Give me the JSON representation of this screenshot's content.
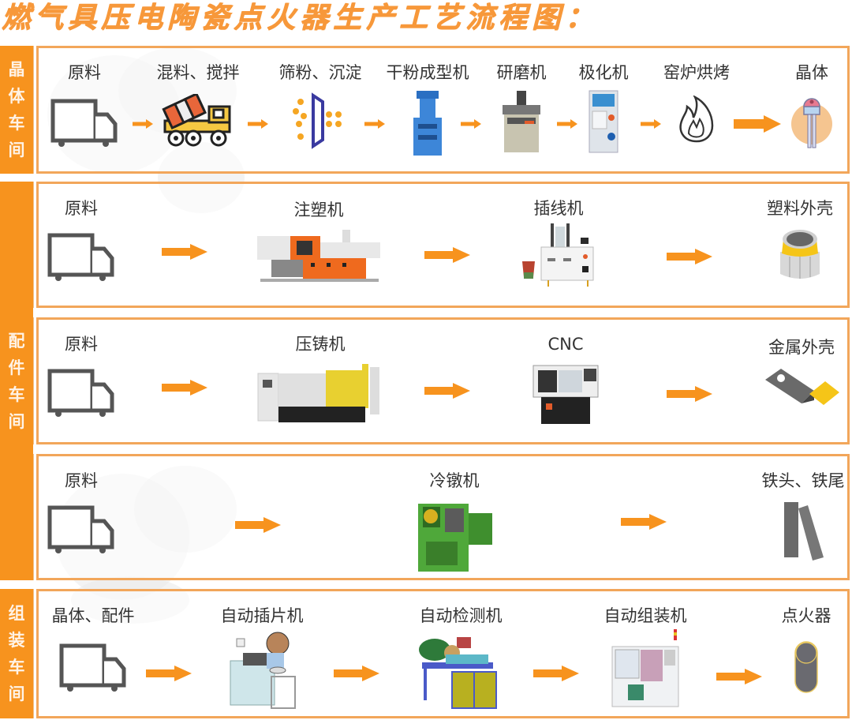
{
  "title": "燃气具压电陶瓷点火器生产工艺流程图：",
  "colors": {
    "accent": "#f7931e",
    "title": "#f7983a",
    "border": "#f2a65a",
    "icon_gray": "#555555"
  },
  "sections": [
    {
      "label": "晶体车间",
      "label_chars": [
        "晶",
        "体",
        "车",
        "间"
      ],
      "rows": [
        {
          "steps": [
            {
              "label": "原料",
              "icon": "truck-icon"
            },
            {
              "label": "混料、搅拌",
              "icon": "cement-mixer-truck-icon"
            },
            {
              "label": "筛粉、沉淀",
              "icon": "sieve-filter-icon"
            },
            {
              "label": "干粉成型机",
              "icon": "powder-press-machine-image"
            },
            {
              "label": "研磨机",
              "icon": "grinding-machine-image"
            },
            {
              "label": "极化机",
              "icon": "polarization-machine-image"
            },
            {
              "label": "窑炉烘烤",
              "icon": "fire-kiln-icon"
            },
            {
              "label": "晶体",
              "icon": "crystal-component-icon"
            }
          ]
        }
      ]
    },
    {
      "label": "配件车间",
      "label_chars": [
        "配",
        "件",
        "车",
        "间"
      ],
      "rows": [
        {
          "steps": [
            {
              "label": "原料",
              "icon": "truck-icon"
            },
            {
              "label": "注塑机",
              "icon": "injection-molding-machine-image"
            },
            {
              "label": "插线机",
              "icon": "wire-insertion-machine-image"
            },
            {
              "label": "塑料外壳",
              "icon": "plastic-shell-icon"
            }
          ]
        },
        {
          "steps": [
            {
              "label": "原料",
              "icon": "truck-icon"
            },
            {
              "label": "压铸机",
              "icon": "die-casting-machine-image"
            },
            {
              "label": "CNC",
              "icon": "cnc-machine-image"
            },
            {
              "label": "金属外壳",
              "icon": "metal-shell-icon"
            }
          ]
        },
        {
          "steps": [
            {
              "label": "原料",
              "icon": "truck-icon"
            },
            {
              "label": "冷镦机",
              "icon": "cold-heading-machine-image"
            },
            {
              "label": "铁头、铁尾",
              "icon": "iron-head-tail-icon"
            }
          ]
        }
      ]
    },
    {
      "label": "组装车间",
      "label_chars": [
        "组",
        "装",
        "车",
        "间"
      ],
      "rows": [
        {
          "steps": [
            {
              "label": "晶体、配件",
              "icon": "truck-icon"
            },
            {
              "label": "自动插片机",
              "icon": "auto-insertion-machine-image"
            },
            {
              "label": "自动检测机",
              "icon": "auto-inspection-machine-image"
            },
            {
              "label": "自动组装机",
              "icon": "auto-assembly-machine-image"
            },
            {
              "label": "点火器",
              "icon": "igniter-icon"
            }
          ]
        }
      ]
    }
  ]
}
